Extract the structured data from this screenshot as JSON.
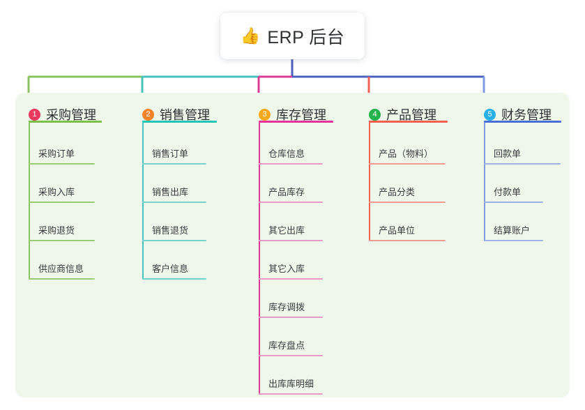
{
  "root": {
    "icon": "thumbs-up-emoji",
    "emoji": "👍",
    "title": "ERP 后台"
  },
  "palette": {
    "panel_bg": "#eef7ea",
    "page_bg": "#ffffff",
    "trunk": "#4b5fc0",
    "text": "#2f3134"
  },
  "columns": [
    {
      "number": "1",
      "title": "采购管理",
      "badge_color": "#ec3a5e",
      "rule_color": "#7cc04a",
      "spine_color": "#8ac462",
      "item_rule_color": "#9ccb76",
      "items": [
        {
          "label": "采购订单"
        },
        {
          "label": "采购入库"
        },
        {
          "label": "采购退货"
        },
        {
          "label": "供应商信息"
        }
      ]
    },
    {
      "number": "2",
      "title": "销售管理",
      "badge_color": "#f5832a",
      "rule_color": "#23c6b6",
      "spine_color": "#46c3bb",
      "item_rule_color": "#79d3cd",
      "items": [
        {
          "label": "销售订单"
        },
        {
          "label": "销售出库"
        },
        {
          "label": "销售退货"
        },
        {
          "label": "客户信息"
        }
      ]
    },
    {
      "number": "3",
      "title": "库存管理",
      "badge_color": "#f7a81b",
      "rule_color": "#e5339a",
      "spine_color": "#dd3b93",
      "item_rule_color": "#eb9cc6",
      "items": [
        {
          "label": "仓库信息"
        },
        {
          "label": "产品库存"
        },
        {
          "label": "其它出库"
        },
        {
          "label": "其它入库"
        },
        {
          "label": "库存调拨"
        },
        {
          "label": "库存盘点"
        },
        {
          "label": "出库库明细"
        }
      ]
    },
    {
      "number": "4",
      "title": "产品管理",
      "badge_color": "#24b24c",
      "rule_color": "#f4604f",
      "spine_color": "#f4604f",
      "item_rule_color": "#f79c92",
      "items": [
        {
          "label": "产品（物料）"
        },
        {
          "label": "产品分类"
        },
        {
          "label": "产品单位"
        }
      ]
    },
    {
      "number": "5",
      "title": "财务管理",
      "badge_color": "#29b0e8",
      "rule_color": "#4a6fd4",
      "spine_color": "#7f9adf",
      "item_rule_color": "#9db2e6",
      "items": [
        {
          "label": "回款单"
        },
        {
          "label": "付款单"
        },
        {
          "label": "结算账户"
        }
      ]
    }
  ]
}
